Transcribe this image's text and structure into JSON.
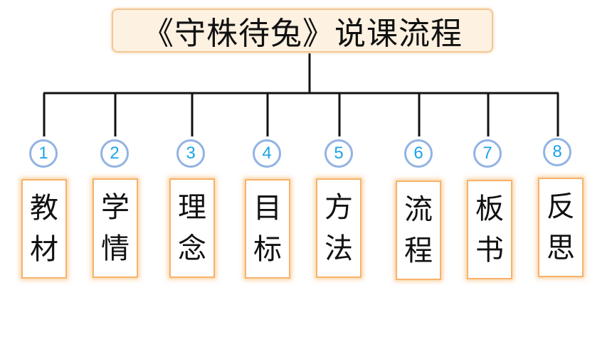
{
  "title": "《守株待兔》说课流程",
  "colors": {
    "circle_border": "#92b3e3",
    "number_text": "#1aa3e8",
    "card_border": "#f6b26b",
    "title_bg": "#fdf1e1"
  },
  "items": [
    {
      "number": "1",
      "char1": "教",
      "char2": "材"
    },
    {
      "number": "2",
      "char1": "学",
      "char2": "情"
    },
    {
      "number": "3",
      "char1": "理",
      "char2": "念"
    },
    {
      "number": "4",
      "char1": "目",
      "char2": "标"
    },
    {
      "number": "5",
      "char1": "方",
      "char2": "法"
    },
    {
      "number": "6",
      "char1": "流",
      "char2": "程"
    },
    {
      "number": "7",
      "char1": "板",
      "char2": "书"
    },
    {
      "number": "8",
      "char1": "反",
      "char2": "思"
    }
  ]
}
